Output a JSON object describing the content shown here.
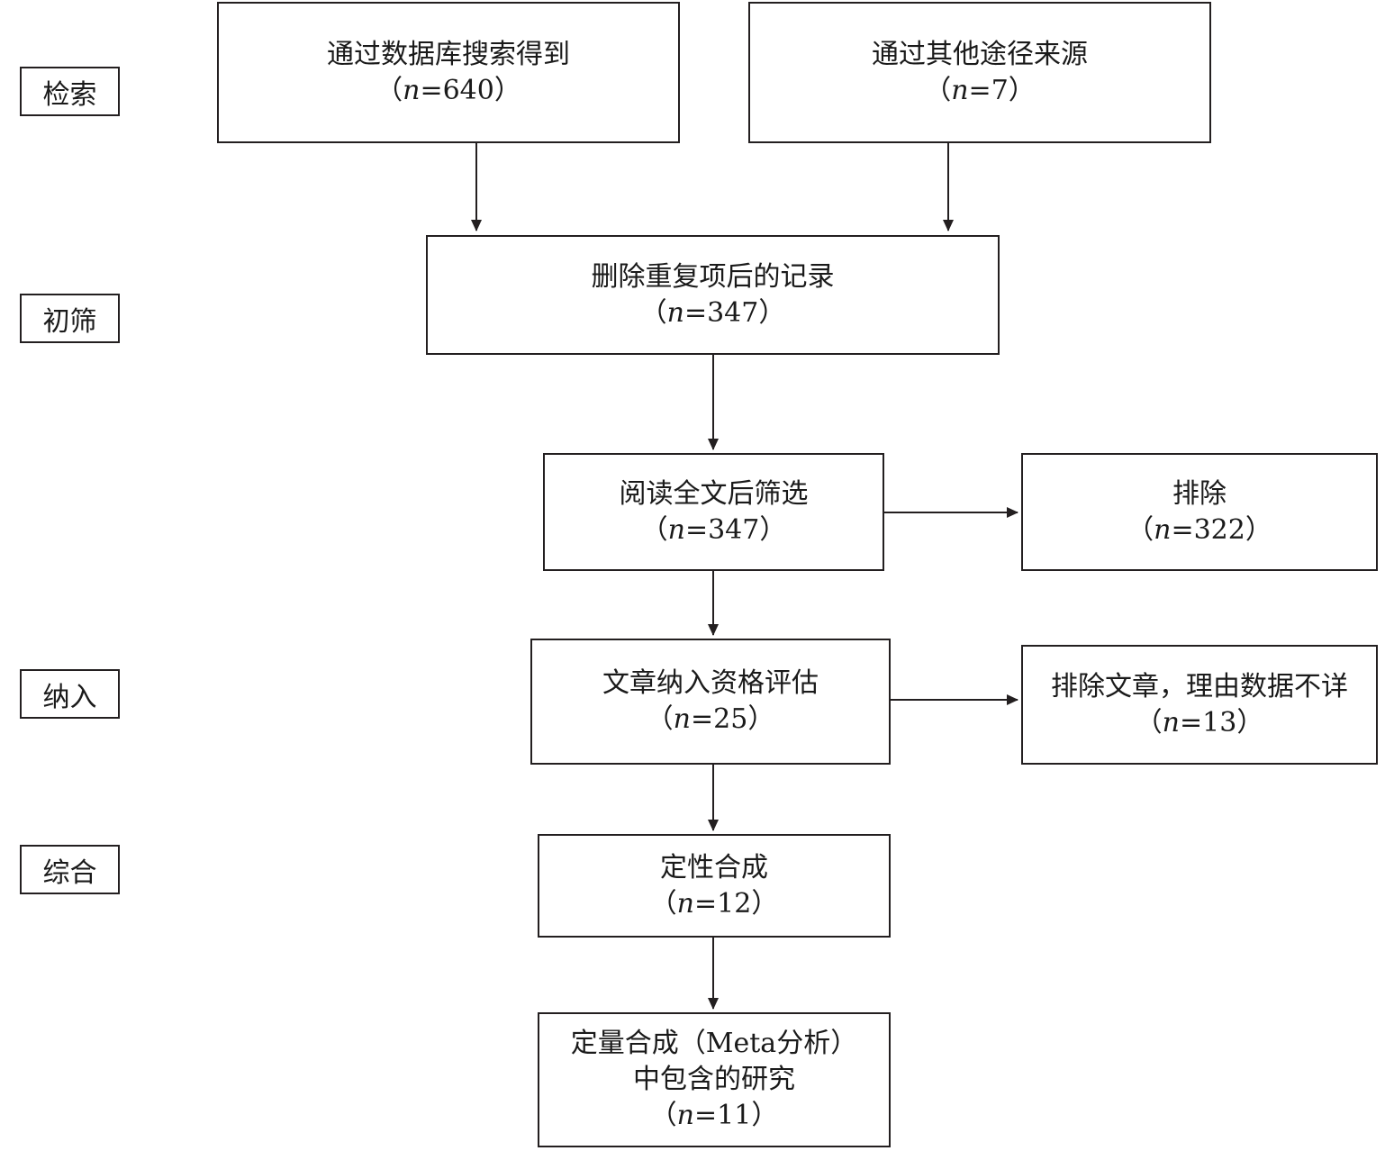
{
  "stages": {
    "search": "检索",
    "screening": "初筛",
    "inclusion": "纳入",
    "synthesis": "综合"
  },
  "boxes": {
    "database": {
      "title": "通过数据库搜索得到",
      "n": "640"
    },
    "other_sources": {
      "title": "通过其他途径来源",
      "n": "7"
    },
    "dedup": {
      "title": "删除重复项后的记录",
      "n": "347"
    },
    "fulltext": {
      "title": "阅读全文后筛选",
      "n": "347"
    },
    "excluded": {
      "title": "排除",
      "n": "322"
    },
    "eligibility": {
      "title": "文章纳入资格评估",
      "n": "25"
    },
    "excluded_data": {
      "title": "排除文章，理由数据不详",
      "n": "13"
    },
    "qualitative": {
      "title": "定性合成",
      "n": "12"
    },
    "quantitative": {
      "title_line1": "定量合成（Meta分析）",
      "title_line2": "中包含的研究",
      "n": "11"
    }
  },
  "n_prefix": "（",
  "n_symbol": "n",
  "n_equals": "=",
  "n_suffix": "）"
}
